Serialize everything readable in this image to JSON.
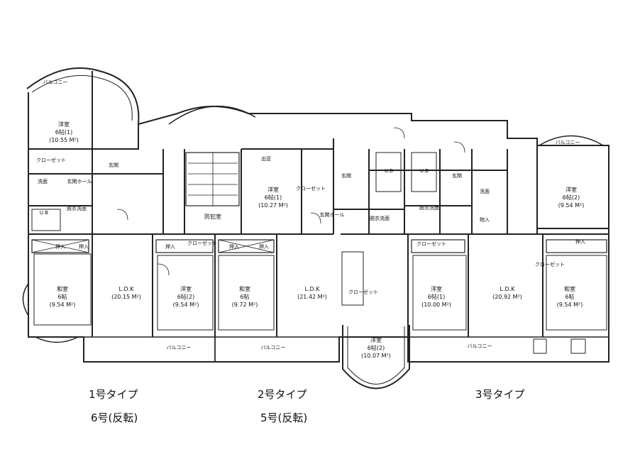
{
  "rooms": [
    {
      "id": "r1",
      "lines": [
        "洋室",
        "6帖(1)",
        "(10.55 M²)"
      ]
    },
    {
      "id": "r2",
      "lines": [
        "和室",
        "6帖",
        "(9.54 M²)"
      ]
    },
    {
      "id": "r3",
      "lines": [
        "L.D.K",
        "(20.15 M²)"
      ]
    },
    {
      "id": "r4",
      "lines": [
        "洋室",
        "6帖(2)",
        "(9.54 M²)"
      ]
    },
    {
      "id": "r5",
      "lines": [
        "和室",
        "6帖",
        "(9.72 M²)"
      ]
    },
    {
      "id": "r6",
      "lines": [
        "L.D.K",
        "(21.42 M²)"
      ]
    },
    {
      "id": "r7",
      "lines": [
        "洋室",
        "6帖(1)",
        "(10.27 M²)"
      ]
    },
    {
      "id": "r8",
      "lines": [
        "洋室",
        "6帖(2)",
        "(10.07 M²)"
      ]
    },
    {
      "id": "r9",
      "lines": [
        "洋室",
        "6帖(1)",
        "(10.00 M²)"
      ]
    },
    {
      "id": "r10",
      "lines": [
        "L.D.K",
        "(20.92 M²)"
      ]
    },
    {
      "id": "r11",
      "lines": [
        "和室",
        "6帖",
        "(9.54 M²)"
      ]
    },
    {
      "id": "r12",
      "lines": [
        "洋室",
        "6帖(2)",
        "(9.54 M²)"
      ]
    },
    {
      "id": "r13",
      "lines": [
        "防犯室"
      ]
    }
  ],
  "small_labels": [
    {
      "id": "s1",
      "text": "バルコニー"
    },
    {
      "id": "s2",
      "text": "クローゼット"
    },
    {
      "id": "s3",
      "text": "玄関"
    },
    {
      "id": "s4",
      "text": "洗面"
    },
    {
      "id": "s5",
      "text": "玄関ホール"
    },
    {
      "id": "s6",
      "text": "U.B"
    },
    {
      "id": "s7",
      "text": "脱衣洗面"
    },
    {
      "id": "s8",
      "text": "押入"
    },
    {
      "id": "s9",
      "text": "押入"
    },
    {
      "id": "s10",
      "text": "押入"
    },
    {
      "id": "s11",
      "text": "クローゼット"
    },
    {
      "id": "s12",
      "text": "押入"
    },
    {
      "id": "s13",
      "text": "押入"
    },
    {
      "id": "s14",
      "text": "クローゼット"
    },
    {
      "id": "s15",
      "text": "玄関"
    },
    {
      "id": "s16",
      "text": "U.B"
    },
    {
      "id": "s17",
      "text": "玄関ホール"
    },
    {
      "id": "s18",
      "text": "脱衣洗面"
    },
    {
      "id": "s19",
      "text": "クローゼット"
    },
    {
      "id": "s20",
      "text": "U.B"
    },
    {
      "id": "s21",
      "text": "玄関"
    },
    {
      "id": "s22",
      "text": "脱衣洗面"
    },
    {
      "id": "s23",
      "text": "洗面"
    },
    {
      "id": "s24",
      "text": "物入"
    },
    {
      "id": "s25",
      "text": "クローゼット"
    },
    {
      "id": "s26",
      "text": "押入"
    },
    {
      "id": "s27",
      "text": "バルコニー"
    },
    {
      "id": "s28",
      "text": "クローゼット"
    },
    {
      "id": "s29",
      "text": "バルコニー"
    },
    {
      "id": "s30",
      "text": "バルコニー"
    },
    {
      "id": "s31",
      "text": "バルコニー"
    },
    {
      "id": "s32",
      "text": "出窓"
    }
  ],
  "captions": {
    "type1": "1号タイプ",
    "type1_sub": "6号(反転)",
    "type2": "2号タイプ",
    "type2_sub": "5号(反転)",
    "type3": "3号タイプ"
  }
}
